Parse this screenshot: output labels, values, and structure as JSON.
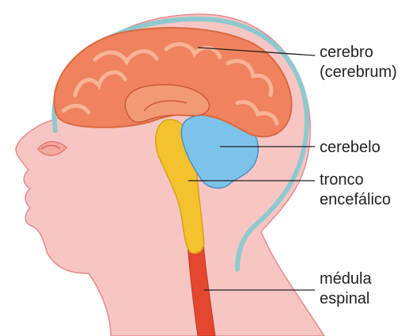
{
  "colors": {
    "skin": "#f7c6c4",
    "skin_outline": "#e68a8a",
    "skull_ring": "#8fc9cf",
    "cerebrum": "#f0825f",
    "cerebrum_outline": "#d8693f",
    "cerebrum_highlight": "#f8b494",
    "cerebellum": "#7cc3ea",
    "cerebellum_outline": "#4c8fc4",
    "brainstem": "#f3c22c",
    "brainstem_outline": "#d6a11a",
    "spinal_cord": "#e5472e",
    "leader_line": "#231f20"
  },
  "labels": {
    "cerebrum_line1": "cerebro",
    "cerebrum_line2": "(cerebrum)",
    "cerebellum": "cerebelo",
    "brainstem_line1": "tronco",
    "brainstem_line2": "encefálico",
    "spinal_line1": "médula",
    "spinal_line2": "espinal"
  }
}
